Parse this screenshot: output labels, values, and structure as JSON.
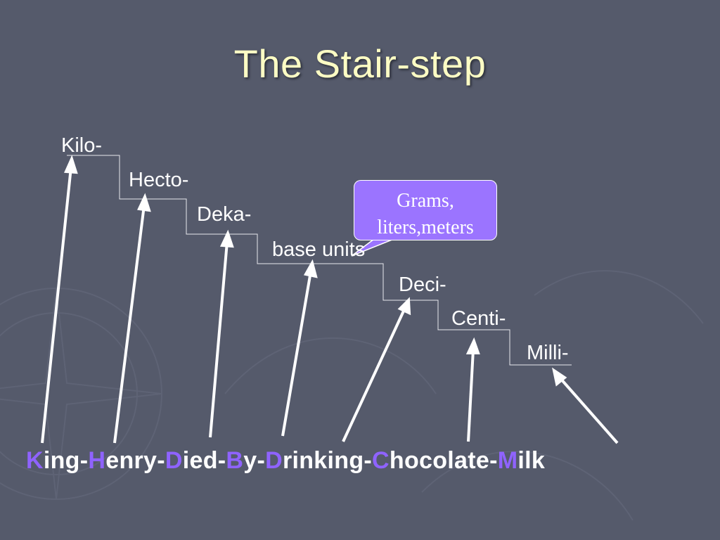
{
  "slide": {
    "title": "The Stair-step",
    "steps": [
      {
        "id": "kilo",
        "label": "Kilo-"
      },
      {
        "id": "hecto",
        "label": "Hecto-"
      },
      {
        "id": "deka",
        "label": "Deka-"
      },
      {
        "id": "base",
        "label": "base units"
      },
      {
        "id": "deci",
        "label": "Deci-"
      },
      {
        "id": "centi",
        "label": "Centi-"
      },
      {
        "id": "milli",
        "label": "Milli-"
      }
    ],
    "callout": {
      "line1": "Grams,",
      "line2": "liters,meters"
    },
    "mnemonic": [
      {
        "lead": "K",
        "rest": "ing-"
      },
      {
        "lead": "H",
        "rest": "enry-"
      },
      {
        "lead": "D",
        "rest": "ied-"
      },
      {
        "lead": "B",
        "rest": "y-"
      },
      {
        "lead": "D",
        "rest": "rinking-"
      },
      {
        "lead": "C",
        "rest": "hocolate-"
      },
      {
        "lead": "M",
        "rest": "ilk"
      }
    ]
  },
  "colors": {
    "background": "#555a6b",
    "title": "#fdfdc4",
    "accent": "#8f63ff",
    "callout_fill": "#9b74ff"
  }
}
